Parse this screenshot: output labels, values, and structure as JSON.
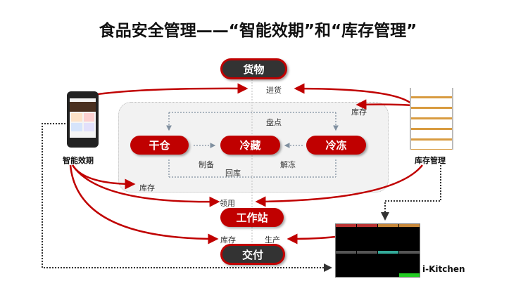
{
  "title": "食品安全管理——“智能效期”和“库存管理”",
  "nodes": {
    "goods": "货物",
    "dry": "干仓",
    "chill": "冷藏",
    "freeze": "冷冻",
    "workstation": "工作站",
    "delivery": "交付"
  },
  "labels": {
    "purchase": "进货",
    "stocktake": "盘点",
    "prep": "制备",
    "return": "回库",
    "thaw": "解冻",
    "stock_right": "库存",
    "stock_left": "库存",
    "collect": "领用",
    "stock_bottom": "库存",
    "produce": "生产"
  },
  "devices": {
    "phone": "智能效期",
    "shelf": "库存管理",
    "kitchen": "i-Kitchen"
  },
  "colors": {
    "accent": "#c00000",
    "dark": "#333333"
  }
}
